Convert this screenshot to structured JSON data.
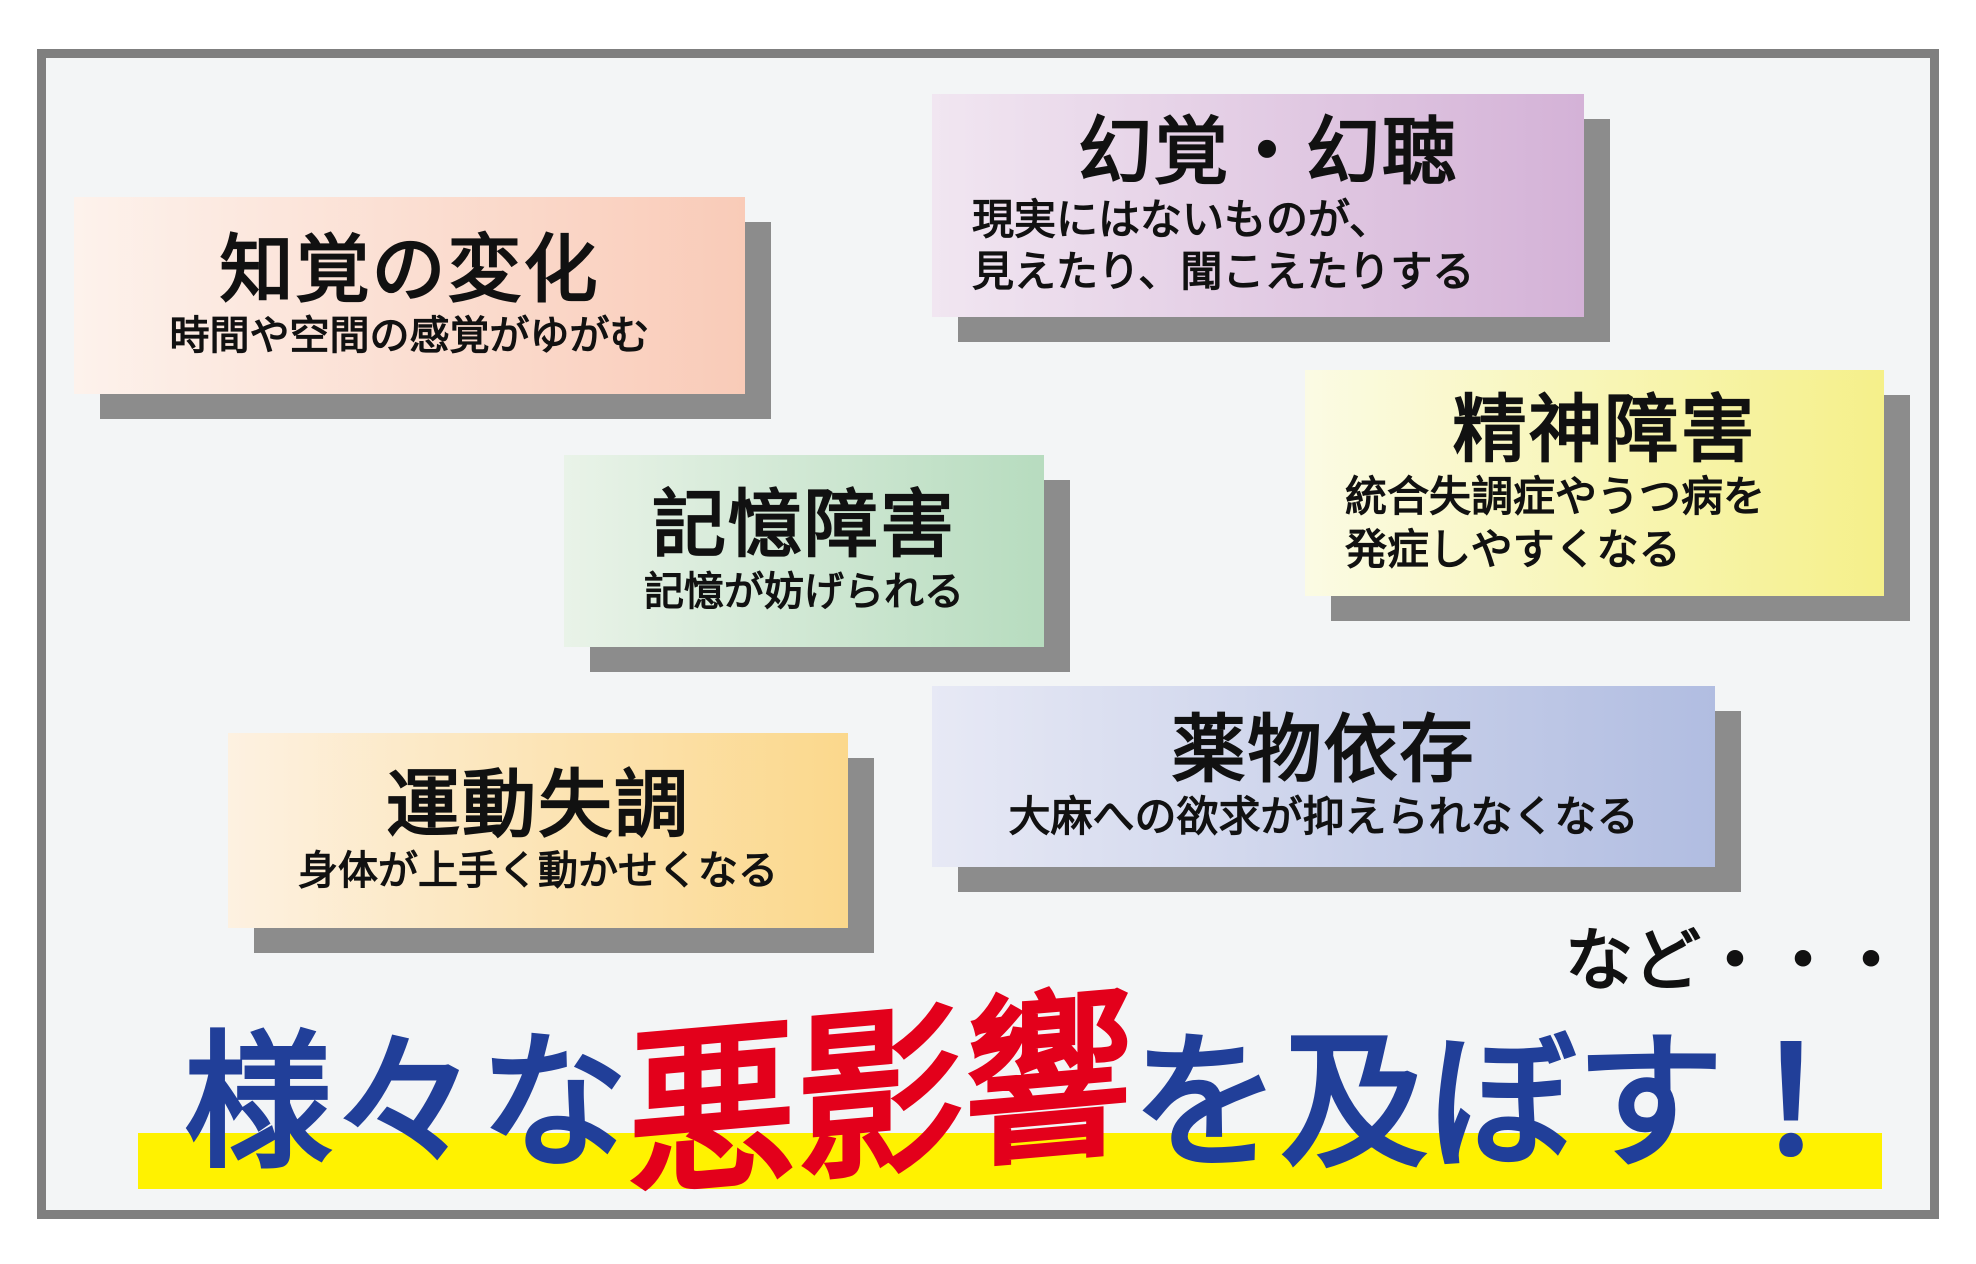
{
  "cards": [
    {
      "id": "perception",
      "title": "知覚の変化",
      "desc": [
        "時間や空間の感覚がゆがむ"
      ]
    },
    {
      "id": "hallucination",
      "title": "幻覚・幻聴",
      "desc": [
        "現実にはないものが、",
        "見えたり、聞こえたりする"
      ]
    },
    {
      "id": "mental",
      "title": "精神障害",
      "desc": [
        "統合失調症やうつ病を",
        "発症しやすくなる"
      ]
    },
    {
      "id": "memory",
      "title": "記憶障害",
      "desc": [
        "記憶が妨げられる"
      ]
    },
    {
      "id": "drug",
      "title": "薬物依存",
      "desc": [
        "大麻への欲求が抑えられなくなる"
      ]
    },
    {
      "id": "motor",
      "title": "運動失調",
      "desc": [
        "身体が上手く動かせくなる"
      ]
    }
  ],
  "etc": "など・・・",
  "headline": {
    "part1": "様々な",
    "emphasis": "悪影響",
    "part2": "を及ぼす",
    "exclaim": "！"
  },
  "colors": {
    "headline_blue": "#213f99",
    "headline_red": "#e3001b",
    "highlight_yellow": "#fff200",
    "frame_gray": "#7f7f7f"
  }
}
